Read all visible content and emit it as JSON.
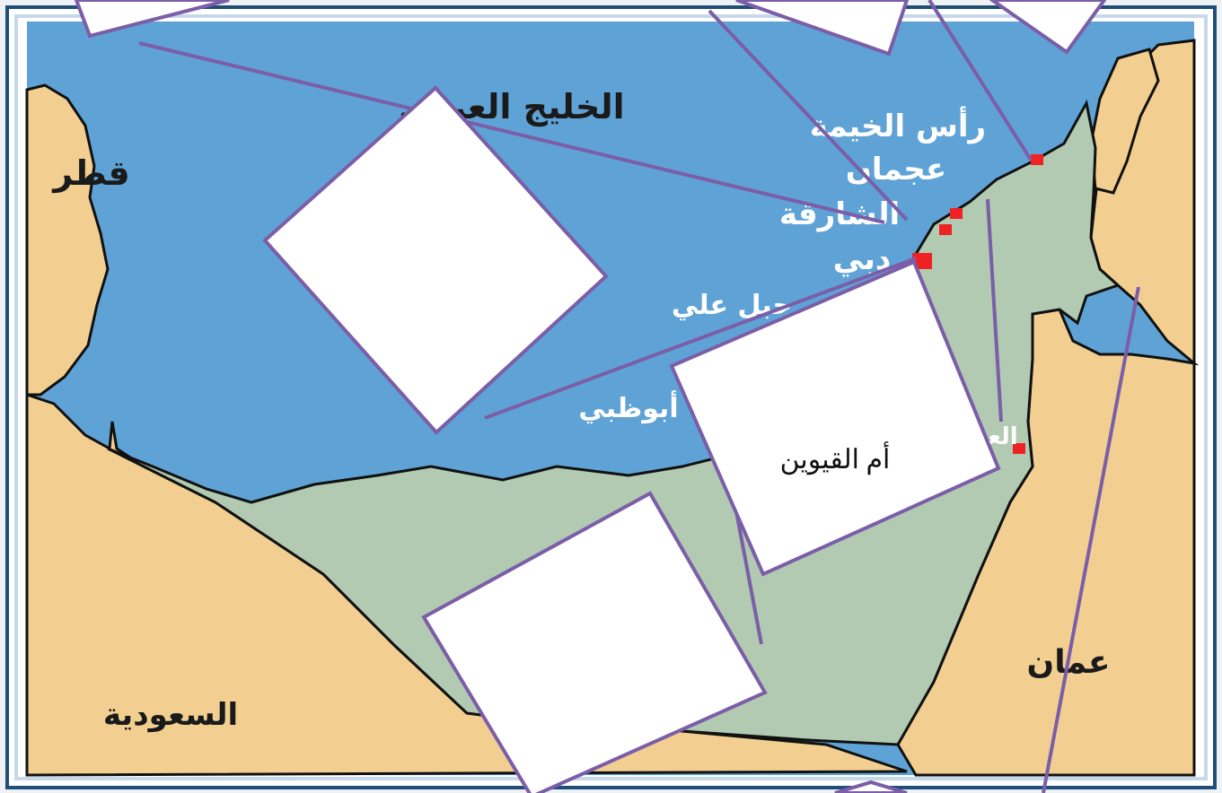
{
  "colors": {
    "sea": "#5fa3d6",
    "land_neighbor": "#f2cf91",
    "land_uae": "#b1cab1",
    "border": "#111111",
    "frame": "#1f4e78",
    "frame_inner": "#c7d8e8",
    "connector": "#7b5ea7",
    "city_dot": "#ee2222",
    "card_fill": "#ffffff"
  },
  "labels": {
    "gulf": "الخليج العربي",
    "qatar": "قطر",
    "saudi": "السعودية",
    "oman": "عمان",
    "rak": "رأس الخيمة",
    "ajman": "عجمان",
    "sharjah": "الشارقة",
    "dubai": "دبي",
    "jebel_ali": "جبل علي",
    "abudhabi": "أبوظبي",
    "alain": "العين"
  },
  "cards": [
    {
      "id": "card-top-left",
      "text": ""
    },
    {
      "id": "card-top-center",
      "text": ""
    },
    {
      "id": "card-top-right",
      "text": ""
    },
    {
      "id": "card-gulf",
      "text": ""
    },
    {
      "id": "card-umm-al-quwain",
      "text": "أم القيوين"
    },
    {
      "id": "card-desert",
      "text": ""
    },
    {
      "id": "card-bottom",
      "text": ""
    }
  ]
}
